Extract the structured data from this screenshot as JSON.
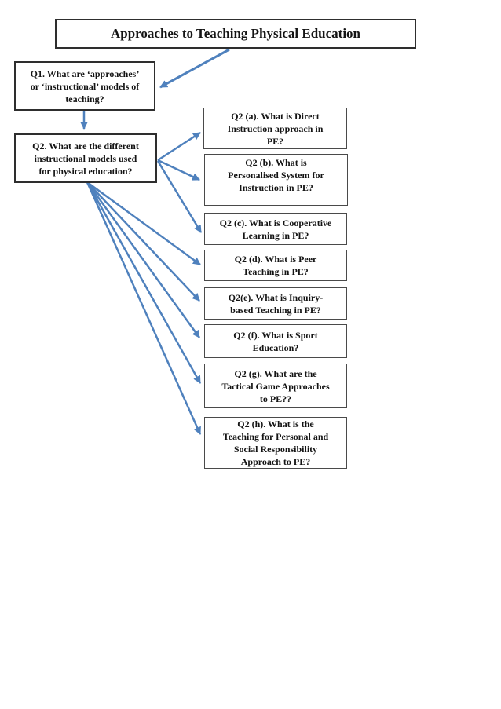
{
  "diagram": {
    "colors": {
      "arrow": "#4f81bd",
      "border_dark": "#2e2e2e",
      "border_light": "#4a4a4a",
      "text": "#141414",
      "background": "#ffffff"
    },
    "nodes": {
      "title": {
        "id": "title",
        "lines": [
          "Approaches to Teaching Physical Education"
        ]
      },
      "q1": {
        "id": "q1",
        "lines": [
          "Q1. What are ‘approaches’",
          "or ‘instructional’ models of",
          "teaching?"
        ]
      },
      "q2": {
        "id": "q2",
        "lines": [
          "Q2. What are the different",
          "instructional models used",
          "for physical education?"
        ]
      },
      "q2a": {
        "id": "q2a",
        "lines": [
          "Q2 (a). What is Direct",
          "Instruction approach in",
          "PE?"
        ]
      },
      "q2b": {
        "id": "q2b",
        "lines": [
          "Q2 (b). What is",
          "Personalised System for",
          "Instruction in PE?"
        ]
      },
      "q2c": {
        "id": "q2c",
        "lines": [
          "Q2 (c). What is Cooperative",
          "Learning in PE?"
        ]
      },
      "q2d": {
        "id": "q2d",
        "lines": [
          "Q2 (d). What is Peer",
          "Teaching in PE?"
        ]
      },
      "q2e": {
        "id": "q2e",
        "lines": [
          "Q2(e). What is Inquiry-",
          "based Teaching in PE?"
        ]
      },
      "q2f": {
        "id": "q2f",
        "lines": [
          "Q2 (f). What is Sport",
          "Education?"
        ]
      },
      "q2g": {
        "id": "q2g",
        "lines": [
          "Q2 (g). What are the",
          "Tactical Game Approaches",
          "to PE??"
        ]
      },
      "q2h": {
        "id": "q2h",
        "lines": [
          "Q2 (h). What is the",
          "Teaching for Personal and",
          "Social Responsibility",
          "Approach to PE?"
        ]
      }
    },
    "edges": [
      {
        "from": "title",
        "to": "q1"
      },
      {
        "from": "q1",
        "to": "q2"
      },
      {
        "from": "q2",
        "to": "q2a"
      },
      {
        "from": "q2",
        "to": "q2b"
      },
      {
        "from": "q2",
        "to": "q2c"
      },
      {
        "from": "q2",
        "to": "q2d"
      },
      {
        "from": "q2",
        "to": "q2e"
      },
      {
        "from": "q2",
        "to": "q2f"
      },
      {
        "from": "q2",
        "to": "q2g"
      },
      {
        "from": "q2",
        "to": "q2h"
      }
    ]
  }
}
